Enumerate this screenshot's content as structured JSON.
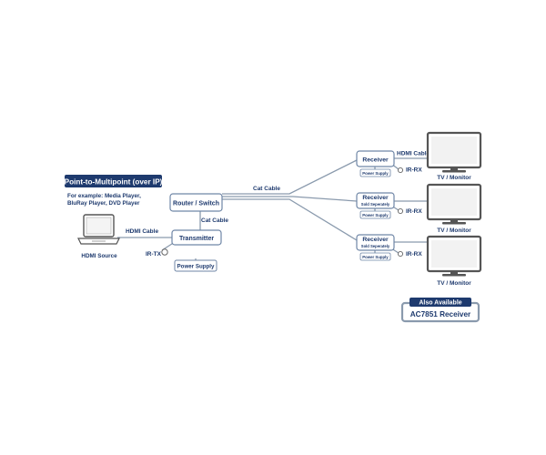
{
  "title_badge": "Point-to-Multipoint (over IP)",
  "example_lines": [
    "For example: Media Player,",
    "BluRay Player, DVD Player"
  ],
  "source_label": "HDMI Source",
  "hdmi_cable_left": "HDMI Cable",
  "router_label": "Router / Switch",
  "cat_cable_vertical": "Cat Cable",
  "cat_cable_main": "Cat Cable",
  "transmitter_label": "Transmitter",
  "ir_tx_label": "IR-TX",
  "power_supply_tx": "Power Supply",
  "receivers": [
    {
      "label": "Receiver",
      "sub": "",
      "power": "Power Supply",
      "ir": "IR-RX"
    },
    {
      "label": "Receiver",
      "sub": "Sold Seperately",
      "power": "Power Supply",
      "ir": "IR-RX"
    },
    {
      "label": "Receiver",
      "sub": "Sold Seperately",
      "power": "Power Supply",
      "ir": "IR-RX"
    }
  ],
  "hdmi_cable_right": "HDMI Cable",
  "tv_labels": [
    "TV / Monitor",
    "TV / Monitor",
    "TV / Monitor"
  ],
  "also_available": {
    "line1": "Also Available",
    "line2": "AC7851 Receiver"
  },
  "colors": {
    "navy": "#1e3a6e",
    "line": "#8a9aad",
    "box_border": "#6f86a6",
    "text": "#1e3a6e"
  }
}
